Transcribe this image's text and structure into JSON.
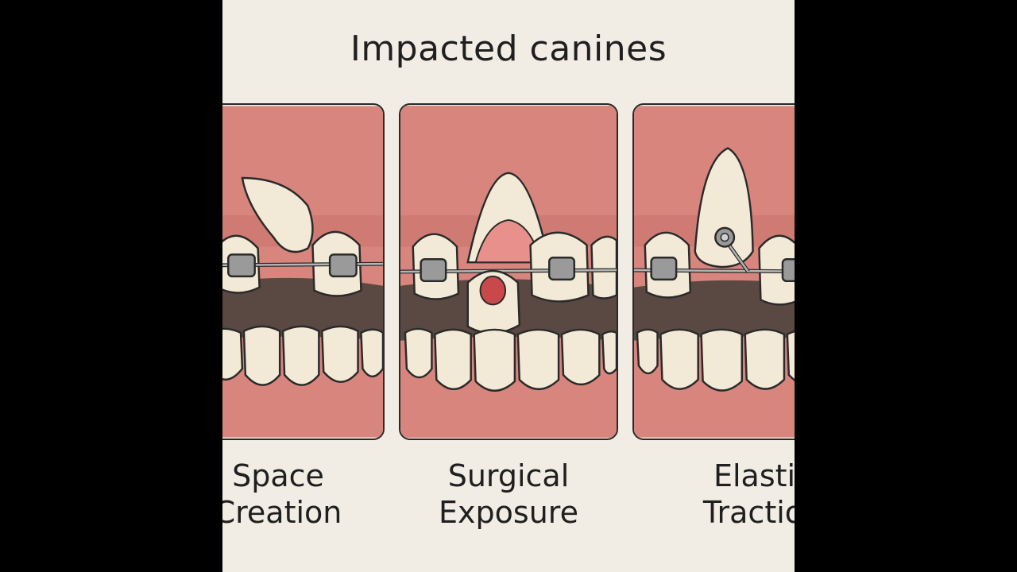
{
  "title": "Impacted canines",
  "steps": [
    {
      "line1": "Space",
      "line2": "Creation"
    },
    {
      "line1": "Surgical",
      "line2": "Exposure"
    },
    {
      "line1": "Elastic",
      "line2": "Traction"
    }
  ],
  "colors": {
    "background": "#f1ede4",
    "gum": "#d7857d",
    "tooth": "#f2ead6",
    "mouth": "#5a4842",
    "bracket": "#9a9a9a",
    "exposure": "#c9494a"
  }
}
